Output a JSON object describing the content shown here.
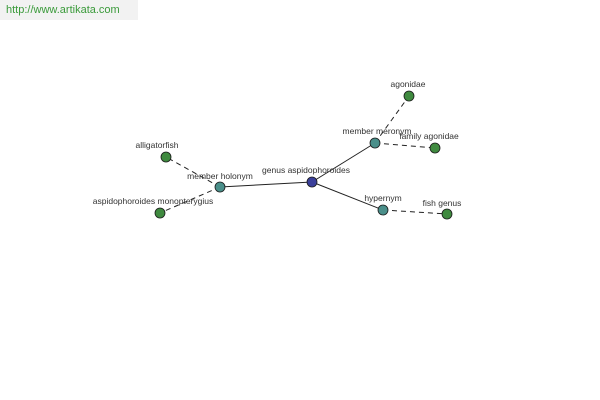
{
  "site": {
    "url": "http://www.artikata.com"
  },
  "colors": {
    "root_node": "#3a3f9a",
    "relation_node": "#4a8f8a",
    "leaf_node": "#3f8a3f",
    "edge": "#222222",
    "banner_text": "#3a9a3a"
  },
  "graph": {
    "nodes": [
      {
        "id": "root",
        "label": "genus aspidophoroides",
        "kind": "root"
      },
      {
        "id": "member-holonym",
        "label": "member holonym",
        "kind": "relation"
      },
      {
        "id": "member-meronym",
        "label": "member meronym",
        "kind": "relation"
      },
      {
        "id": "hypernym",
        "label": "hypernym",
        "kind": "relation"
      },
      {
        "id": "alligatorfish",
        "label": "alligatorfish",
        "kind": "leaf"
      },
      {
        "id": "aspidophoroides-monopterygius",
        "label": "aspidophoroides monopterygius",
        "kind": "leaf"
      },
      {
        "id": "agonidae",
        "label": "agonidae",
        "kind": "leaf"
      },
      {
        "id": "family-agonidae",
        "label": "family agonidae",
        "kind": "leaf"
      },
      {
        "id": "fish-genus",
        "label": "fish genus",
        "kind": "leaf"
      }
    ],
    "edges": [
      {
        "from": "root",
        "to": "member-holonym",
        "style": "solid"
      },
      {
        "from": "root",
        "to": "member-meronym",
        "style": "solid"
      },
      {
        "from": "root",
        "to": "hypernym",
        "style": "solid"
      },
      {
        "from": "member-holonym",
        "to": "alligatorfish",
        "style": "dashed"
      },
      {
        "from": "member-holonym",
        "to": "aspidophoroides-monopterygius",
        "style": "dashed"
      },
      {
        "from": "member-meronym",
        "to": "agonidae",
        "style": "dashed"
      },
      {
        "from": "member-meronym",
        "to": "family-agonidae",
        "style": "dashed"
      },
      {
        "from": "hypernym",
        "to": "fish-genus",
        "style": "dashed"
      }
    ]
  }
}
